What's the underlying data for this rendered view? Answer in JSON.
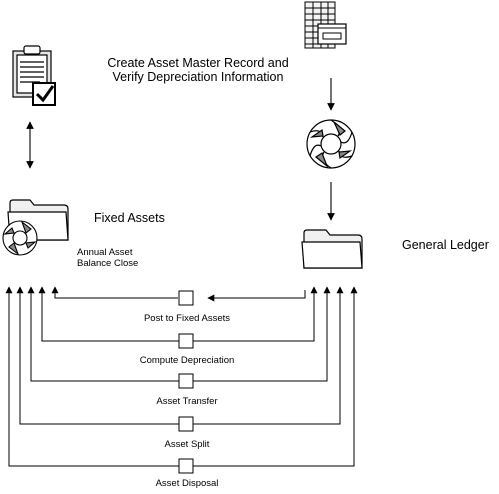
{
  "diagram": {
    "title_line1": "Create Asset Master Record and",
    "title_line2": "Verify Depreciation Information",
    "fixed_assets_label": "Fixed Assets",
    "general_ledger_label": "General Ledger",
    "annual_close_line1": "Annual Asset",
    "annual_close_line2": "Balance Close",
    "processes": [
      {
        "label": "Post to Fixed Assets"
      },
      {
        "label": "Compute Depreciation"
      },
      {
        "label": "Asset Transfer"
      },
      {
        "label": "Asset Split"
      },
      {
        "label": "Asset Disposal"
      }
    ]
  },
  "icons": [
    "clipboard-checklist-icon",
    "spreadsheet-form-icon",
    "process-wheel-icon",
    "folder-icon"
  ],
  "colors": {
    "line": "#000000",
    "background": "#ffffff"
  }
}
